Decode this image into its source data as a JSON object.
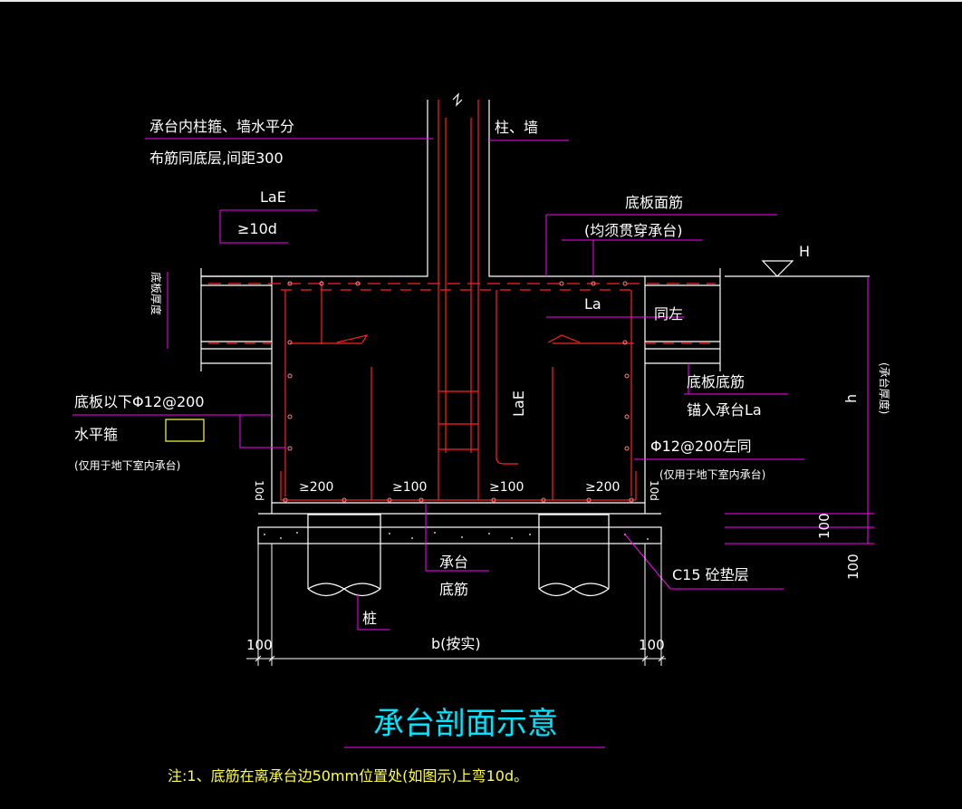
{
  "drawing": {
    "title": "承台剖面示意",
    "note": "注:1、底筋在离承台边50mm位置处(如图示)上弯10d。",
    "labels": {
      "column_hoop_1": "承台内柱箍、墙水平分",
      "column_hoop_2": "布筋同底层,间距300",
      "column_wall": "柱、墙",
      "lae_top": "LaE",
      "hook_10d": "≥10d",
      "slab_top_bar": "底板面筋",
      "slab_top_bar_note": "(均须贯穿承台)",
      "H": "H",
      "slab_thickness": "底板厚度",
      "La": "La",
      "same_left": "同左",
      "lae_mid": "LaE",
      "slab_bottom_bar_1": "底板底筋",
      "slab_bottom_bar_2": "锚入承台La",
      "h": "h",
      "cap_thickness": "(承台厚度)",
      "below_slab": "底板以下Φ12@200",
      "horiz_hoop": "水平箍",
      "basement_only_left": "(仅用于地下室内承台)",
      "phi12_right": "Φ12@200左同",
      "basement_only_right": "(仅用于地下室内承台)",
      "dim_10d_left": "10d",
      "dim_10d_right": "10d",
      "ge200_left": "≥200",
      "ge100": "≥100",
      "ge100_b": "≥100",
      "ge200_right": "≥200",
      "cap_bottom_bar_1": "承台",
      "cap_bottom_bar_2": "底筋",
      "pile": "桩",
      "c15": "C15 砼垫层",
      "dim_100_right_a": "100",
      "dim_100_right_b": "100",
      "dim_100_left": "100",
      "dim_100_bottom_right": "100",
      "b_width": "b(按实)"
    }
  },
  "colors": {
    "background": "#000000",
    "outline": "#ffffff",
    "rebar": "#ff2020",
    "leader": "#ff00ff",
    "dimension": "#ffffff",
    "title": "#00e5ff",
    "note": "#ffff40",
    "hatch": "#c8c8c8"
  }
}
